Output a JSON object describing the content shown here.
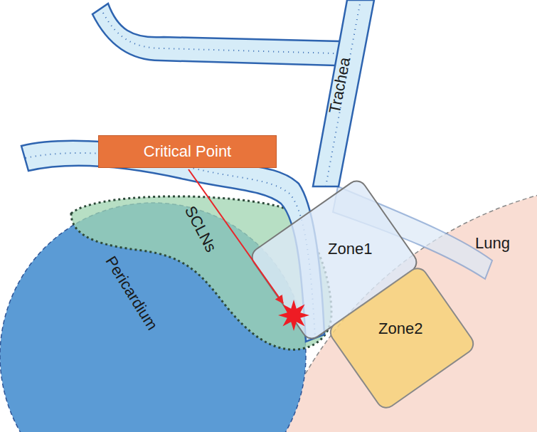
{
  "diagram": {
    "nodes": [
      {
        "text": [
          "Critical Point"
        ]
      },
      {
        "text": [
          "Trachea"
        ]
      },
      {
        "text": [
          "SCLNs"
        ]
      },
      {
        "text": [
          "Zone1"
        ]
      },
      {
        "text": [
          "Lung"
        ]
      },
      {
        "text": [
          "Pericardium"
        ]
      },
      {
        "text": [
          "Zone2"
        ]
      }
    ]
  }
}
